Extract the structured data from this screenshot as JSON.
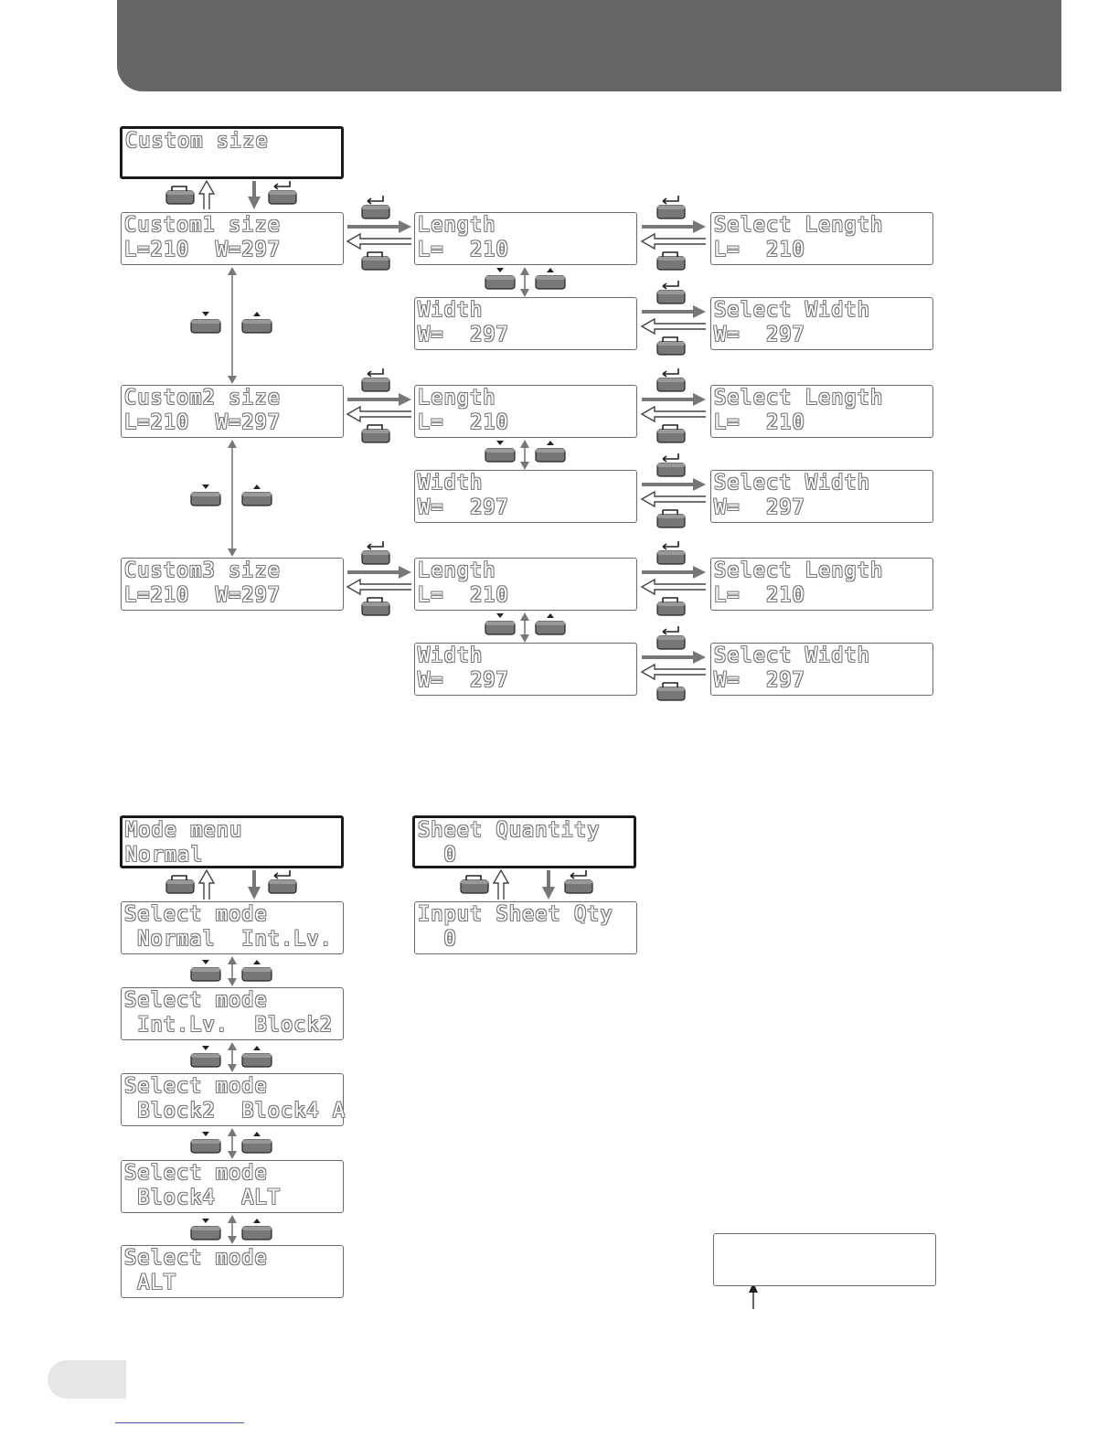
{
  "header": {
    "color": "#666666"
  },
  "custom_size": {
    "top": {
      "line1": "Custom size",
      "line2": ""
    },
    "entries": [
      {
        "line1": "Custom1 size",
        "line2": "L=210  W=297",
        "length": {
          "line1": "Length",
          "line2": "L=  210"
        },
        "select_length": {
          "line1": "Select Length",
          "line2": "L=  210"
        },
        "width": {
          "line1": "Width",
          "line2": "W=  297"
        },
        "select_width": {
          "line1": "Select Width",
          "line2": "W=  297"
        }
      },
      {
        "line1": "Custom2 size",
        "line2": "L=210  W=297",
        "length": {
          "line1": "Length",
          "line2": "L=  210"
        },
        "select_length": {
          "line1": "Select Length",
          "line2": "L=  210"
        },
        "width": {
          "line1": "Width",
          "line2": "W=  297"
        },
        "select_width": {
          "line1": "Select Width",
          "line2": "W=  297"
        }
      },
      {
        "line1": "Custom3 size",
        "line2": "L=210  W=297",
        "length": {
          "line1": "Length",
          "line2": "L=  210"
        },
        "select_length": {
          "line1": "Select Length",
          "line2": "L=  210"
        },
        "width": {
          "line1": "Width",
          "line2": "W=  297"
        },
        "select_width": {
          "line1": "Select Width",
          "line2": "W=  297"
        }
      }
    ]
  },
  "mode_menu": {
    "top": {
      "line1": "Mode menu",
      "line2": "Normal"
    },
    "options": [
      {
        "line1": "Select mode",
        "line2": " Normal  Int.Lv."
      },
      {
        "line1": "Select mode",
        "line2": " Int.Lv.  Block2"
      },
      {
        "line1": "Select mode",
        "line2": " Block2  Block4 A"
      },
      {
        "line1": "Select mode",
        "line2": " Block4  ALT"
      },
      {
        "line1": "Select mode",
        "line2": " ALT"
      }
    ]
  },
  "sheet_quantity": {
    "top": {
      "line1": "Sheet Quantity",
      "line2": "  0"
    },
    "input": {
      "line1": "Input Sheet Qty",
      "line2": "  0"
    }
  },
  "cursor_example": {
    "line1": "",
    "line2": ""
  },
  "icons": {
    "enter_key": "enter-key-icon",
    "back_key": "back-key-icon",
    "down_key": "down-key-icon",
    "up_key": "up-key-icon"
  }
}
